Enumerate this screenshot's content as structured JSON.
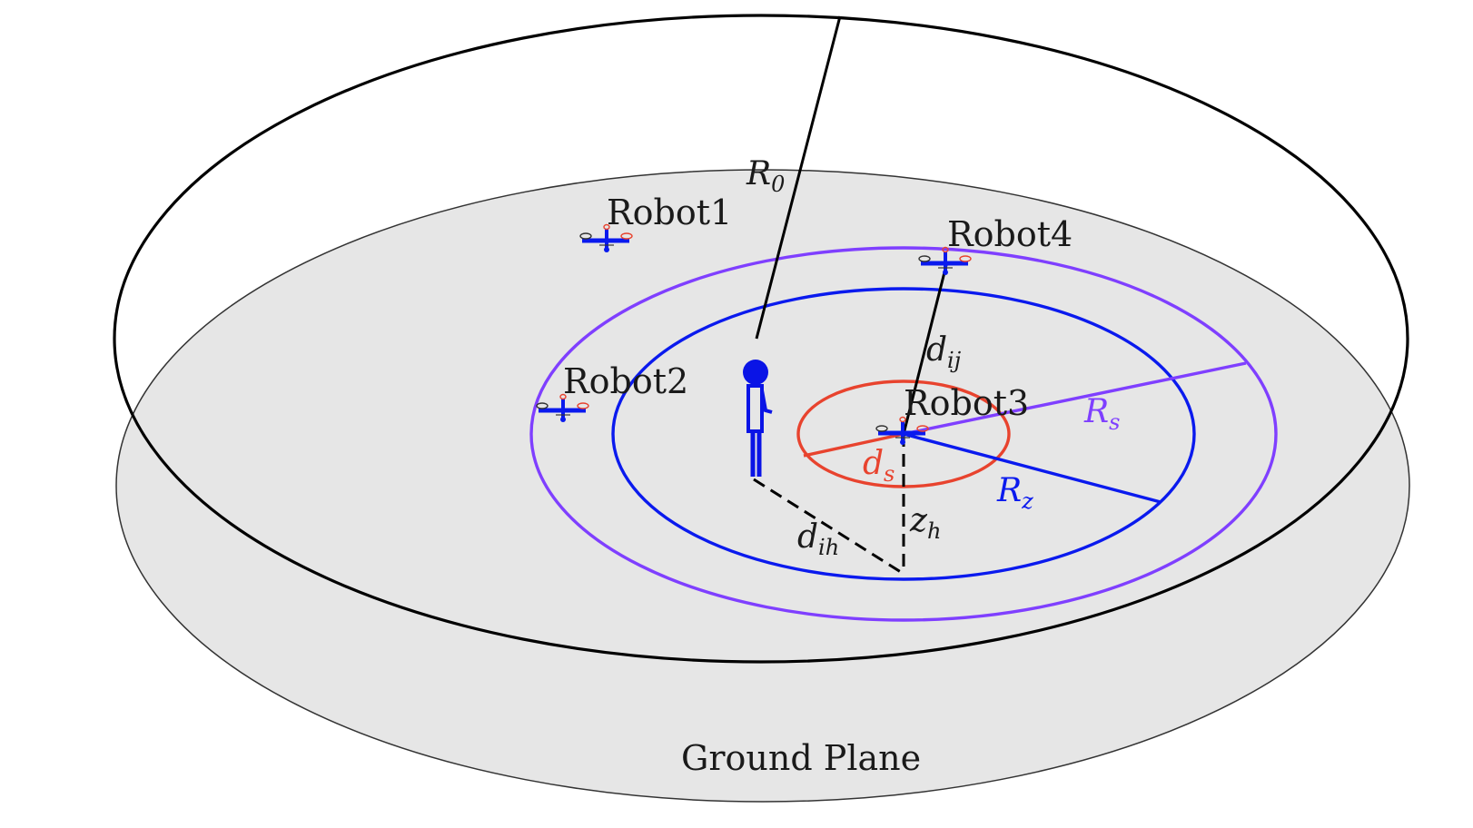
{
  "labels": {
    "ground_plane": "Ground Plane",
    "robot1": "Robot1",
    "robot2": "Robot2",
    "robot3": "Robot3",
    "robot4": "Robot4"
  },
  "math": {
    "r0": {
      "base": "R",
      "sub": "0"
    },
    "rs": {
      "base": "R",
      "sub": "s"
    },
    "rz": {
      "base": "R",
      "sub": "z"
    },
    "ds": {
      "base": "d",
      "sub": "s"
    },
    "dij": {
      "base": "d",
      "sub": "ij"
    },
    "dih": {
      "base": "d",
      "sub": "ih"
    },
    "zh": {
      "base": "z",
      "sub": "h"
    }
  },
  "colors": {
    "ground_fill": "#e6e6e6",
    "outer_boundary": "#000000",
    "sensing_circle": "#7f3fff",
    "zone_circle": "#0a1aee",
    "safety_circle": "#e8432e",
    "human": "#0a14e6",
    "drone_body": "#0a1aee",
    "propeller": "#e8432e"
  },
  "icons": [
    "drone-icon",
    "human-icon"
  ]
}
